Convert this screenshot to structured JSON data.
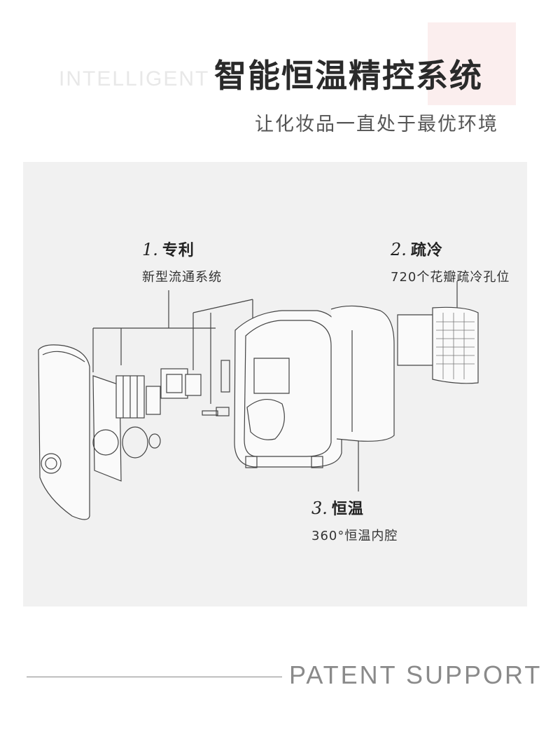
{
  "header": {
    "bg_word": "INTELLIGENT",
    "title": "智能恒温精控系统",
    "subtitle": "让化妆品一直处于最优环境"
  },
  "callouts": [
    {
      "num": "1.",
      "title": "专利",
      "desc": "新型流通系统"
    },
    {
      "num": "2.",
      "title": "疏冷",
      "desc": "720个花瓣疏冷孔位"
    },
    {
      "num": "3.",
      "title": "恒温",
      "desc": "360°恒温内腔"
    }
  ],
  "footer": {
    "text": "PATENT SUPPORT"
  },
  "colors": {
    "title": "#2a2a2a",
    "panel_bg": "#f1f1f1",
    "accent_block": "#fbeeee",
    "footer_text": "#8a8a8a"
  }
}
